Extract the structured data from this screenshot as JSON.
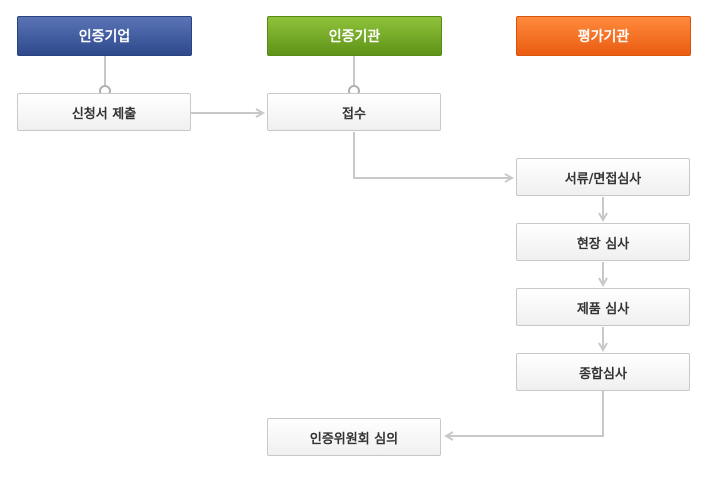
{
  "headers": {
    "company": "인증기업",
    "institution": "인증기관",
    "evaluator": "평가기관"
  },
  "steps": {
    "apply": "신청서 제출",
    "receive": "접수",
    "document_interview": "서류/면접심사",
    "onsite": "현장 심사",
    "product": "제품 심사",
    "overall": "종합심사",
    "committee": "인증위원회 심의"
  },
  "colors": {
    "company": "#3f5ea5",
    "institution": "#76ab26",
    "evaluator": "#f46f22",
    "connector": "#c8c8c8"
  }
}
